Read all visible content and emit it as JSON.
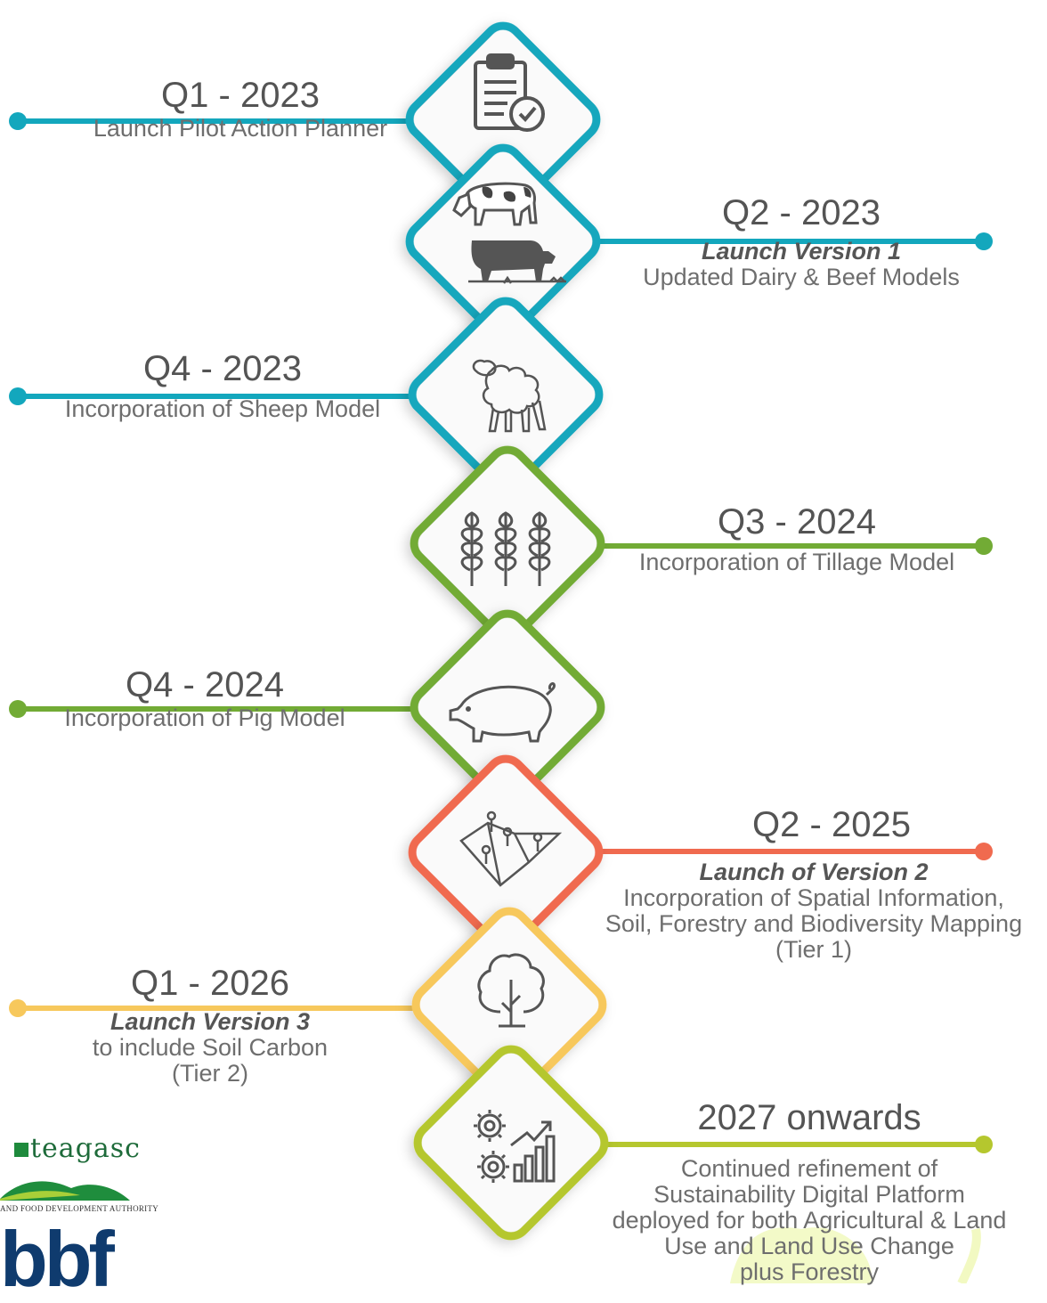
{
  "milestones": [
    {
      "date": "Q1 - 2023",
      "bold": "",
      "desc": "Launch Pilot Action Planner",
      "icon": "clipboard-check-icon",
      "color": "#13a7bd"
    },
    {
      "date": "Q2 - 2023",
      "bold": "Launch Version 1",
      "desc": "Updated Dairy & Beef Models",
      "icon": "cattle-icon",
      "color": "#13a7bd"
    },
    {
      "date": "Q4 - 2023",
      "bold": "",
      "desc": "Incorporation of Sheep Model",
      "icon": "sheep-icon",
      "color": "#13a7bd"
    },
    {
      "date": "Q3 - 2024",
      "bold": "",
      "desc": "Incorporation of Tillage Model",
      "icon": "wheat-icon",
      "color": "#72ab35"
    },
    {
      "date": "Q4 - 2024",
      "bold": "",
      "desc": "Incorporation of Pig Model",
      "icon": "pig-icon",
      "color": "#72ab35"
    },
    {
      "date": "Q2 - 2025",
      "bold": "Launch of Version 2",
      "desc": "Incorporation of Spatial Information,",
      "desc2": "Soil, Forestry and Biodiversity Mapping",
      "desc3": "(Tier 1)",
      "icon": "map-pins-icon",
      "color": "#f06a4f"
    },
    {
      "date": "Q1 - 2026",
      "bold": "Launch Version 3",
      "desc": "to include Soil Carbon",
      "desc2": "(Tier 2)",
      "icon": "tree-icon",
      "color": "#f7c85c"
    },
    {
      "date": "2027 onwards",
      "bold": "",
      "desc": "Continued refinement of",
      "desc2": "Sustainability Digital Platform",
      "desc3": "deployed for both Agricultural & Land",
      "desc4": "Use and Land Use Change",
      "desc5": "plus Forestry",
      "icon": "gears-growth-icon",
      "color": "#b5c72e"
    }
  ],
  "logos": {
    "teagasc": "teagasc",
    "teagasc_sub": "AND FOOD DEVELOPMENT AUTHORITY",
    "bbf": "bbf"
  }
}
